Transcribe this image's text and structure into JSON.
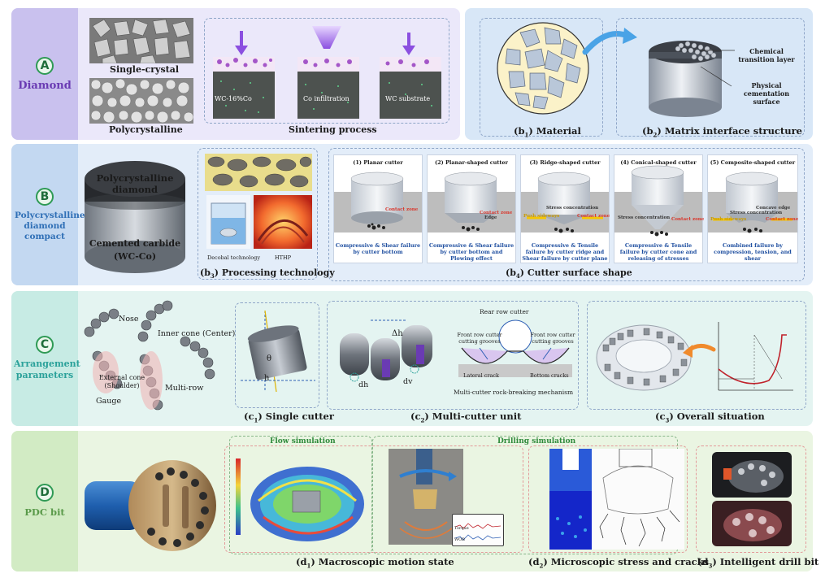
{
  "row_a": {
    "side_letter": "A",
    "side_label": "Diamond",
    "single_crystal": "Single-crystal",
    "polycrystalline": "Polycrystalline",
    "sinter_labels": [
      "WC-16%Co",
      "Co infiltration",
      "WC substrate"
    ],
    "sinter_caption": "Sintering process",
    "b1_caption_pre": "(b",
    "b1_sub": "1",
    "b1_caption_post": ") Material",
    "b2_caption_pre": "(b",
    "b2_sub": "2",
    "b2_caption_post": ") Matrix interface structure",
    "chem_label": "Chemical transition layer",
    "phys_label": "Physical cementation surface"
  },
  "row_b": {
    "side_letter": "B",
    "side_label": "Polycrystalline diamond compact",
    "cylinder_top": "Polycrystalline diamond",
    "cylinder_body": "Cemented carbide (WC-Co)",
    "decobal": "Decobal technology",
    "hthp": "HTHP",
    "b3_pre": "(b",
    "b3_sub": "3",
    "b3_post": ") Processing technology",
    "b4_pre": "(b",
    "b4_sub": "4",
    "b4_post": ") Cutter surface shape",
    "cutters": [
      {
        "title": "(1) Planar cutter",
        "desc": "Compressive & Shear failure by cutter bottom",
        "zone": "Contact zone"
      },
      {
        "title": "(2) Planar-shaped cutter",
        "desc": "Compressive & Shear failure by cutter bottom and Plowing effect",
        "zone": "Contact zone"
      },
      {
        "title": "(3) Ridge-shaped cutter",
        "desc": "Compressive & Tensile failure by cutter ridge and Shear failure by cutter plane",
        "zone": "Contact zone"
      },
      {
        "title": "(4) Conical-shaped cutter",
        "desc": "Compressive & Tensile failure by cutter cone and releasing of stresses",
        "zone": "Contact zone"
      },
      {
        "title": "(5) Composite-shaped cutter",
        "desc": "Combined failure by compression, tension, and shear",
        "zone": "Contact zone"
      }
    ],
    "edge": "Edge",
    "stress_conc": "Stress concentration",
    "push_sideways": "Push sideways",
    "concave_edge": "Concave edge"
  },
  "row_c": {
    "side_letter": "C",
    "side_label": "Arrangement parameters",
    "nose": "Nose",
    "inner_cone": "Inner cone (Center)",
    "external_cone": "External cone (Shoulder)",
    "multi_row": "Multi-row",
    "gauge": "Gauge",
    "theta": "θ",
    "h_sym": "h",
    "delta_h": "Δh",
    "dh": "dh",
    "dv": "dv",
    "rear_row": "Rear row cutter",
    "front_left": "Front row cutter cutting grooves",
    "front_right": "Front row cutter cutting grooves",
    "lateral_crack": "Lateral crack",
    "bottom_cracks": "Bottom cracks",
    "mechanism": "Multi-cutter rock-breaking mechanism",
    "c1_pre": "(c",
    "c1_sub": "1",
    "c1_post": ") Single cutter",
    "c2_pre": "(c",
    "c2_sub": "2",
    "c2_post": ") Multi-cutter unit",
    "c3_pre": "(c",
    "c3_sub": "3",
    "c3_post": ") Overall situation"
  },
  "row_d": {
    "side_letter": "D",
    "side_label": "PDC bit",
    "flow_sim": "Flow simulation",
    "drill_sim": "Drilling simulation",
    "torque": "Torque",
    "wob": "WOB",
    "d1_pre": "(d",
    "d1_sub": "1",
    "d1_post": ") Macroscopic motion state",
    "d2_pre": "(d",
    "d2_sub": "2",
    "d2_post": ") Microscopic stress and cracks",
    "d3_pre": "(d",
    "d3_sub": "3",
    "d3_post": ") Intelligent drill bit"
  },
  "colors": {
    "diamond_purple": "#6a3bb3",
    "pdc_blue": "#2f6fb6",
    "arrangement_teal": "#2aa19a",
    "pdc_green": "#5a9a4a",
    "contact_red": "#d9362b"
  }
}
